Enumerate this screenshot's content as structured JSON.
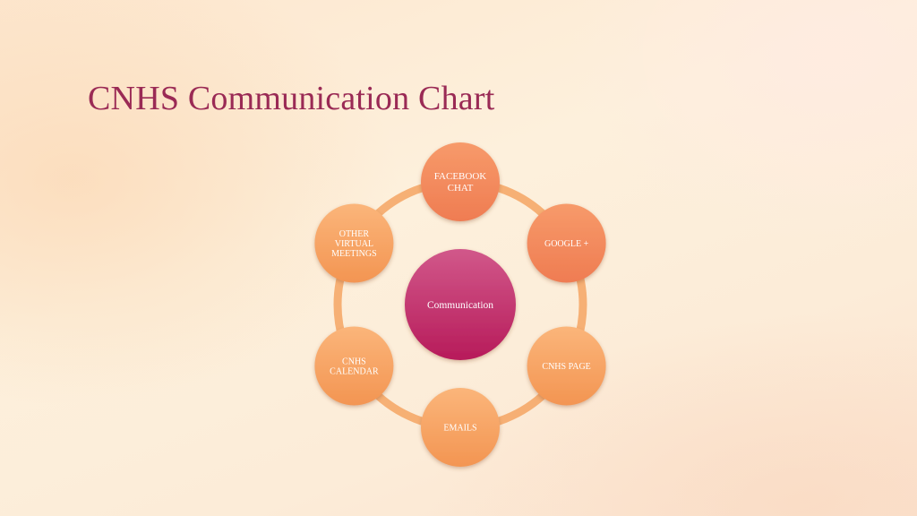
{
  "slide": {
    "title": "CNHS Communication Chart"
  },
  "diagram": {
    "center": {
      "label": "Communication"
    },
    "nodes": [
      {
        "lines": [
          "FACEBOOK",
          "CHAT"
        ]
      },
      {
        "lines": [
          "GOOGLE +"
        ]
      },
      {
        "lines": [
          "CNHS PAGE"
        ]
      },
      {
        "lines": [
          "EMAILS"
        ]
      },
      {
        "lines": [
          "CNHS",
          "CALENDAR"
        ]
      },
      {
        "lines": [
          "OTHER",
          "VIRTUAL",
          "MEETINGS"
        ]
      }
    ]
  },
  "colors": {
    "title": "#9a2a55",
    "ring": "#f4a86a",
    "node_light": "#fbb978",
    "node_dark": "#ef7f4c",
    "center_light": "#d45a88",
    "center_dark": "#b81f5c"
  }
}
